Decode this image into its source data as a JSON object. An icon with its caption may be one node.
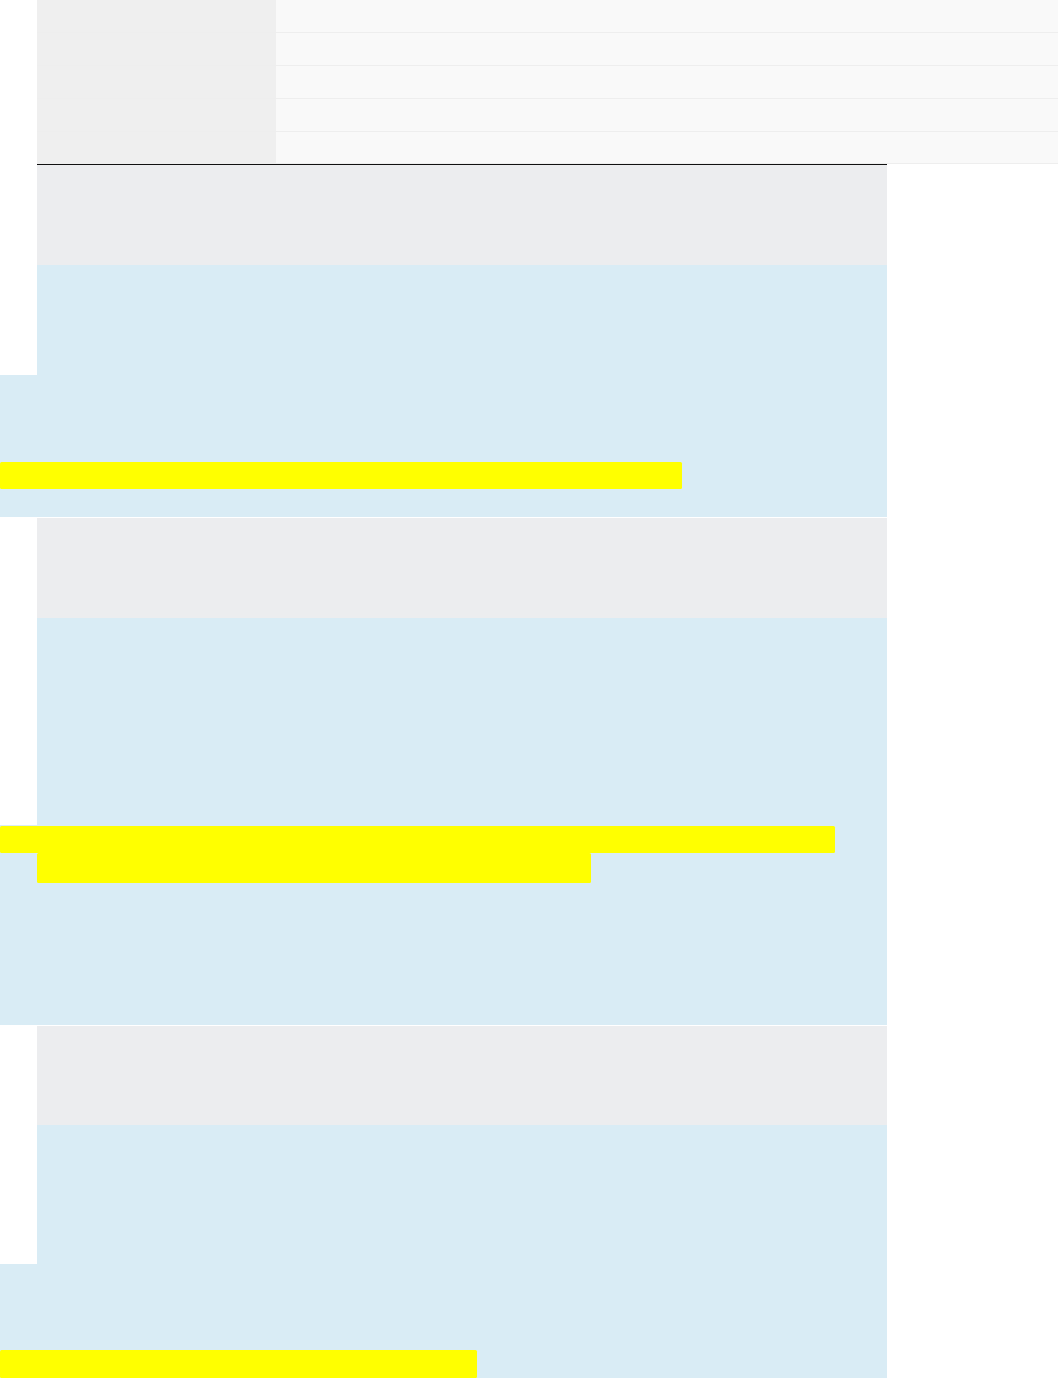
{
  "diagram": {
    "nodes": [
      {
        "text": [],
        "shape": "box"
      },
      {
        "text": [],
        "shape": "box"
      },
      {
        "text": [],
        "shape": "box"
      },
      {
        "text": [],
        "shape": "box"
      },
      {
        "text": [],
        "shape": "box"
      },
      {
        "text": [],
        "shape": "box"
      },
      {
        "text": [],
        "shape": "box"
      },
      {
        "text": [],
        "shape": "bar",
        "in": 6
      },
      {
        "text": [],
        "shape": "box"
      },
      {
        "text": [],
        "shape": "box"
      },
      {
        "text": [],
        "shape": "bar",
        "in": 9
      },
      {
        "text": [],
        "shape": "bar",
        "in": 9
      },
      {
        "text": [],
        "shape": "box"
      },
      {
        "text": [],
        "shape": "box"
      },
      {
        "text": [],
        "shape": "bar",
        "in": 13
      }
    ]
  }
}
